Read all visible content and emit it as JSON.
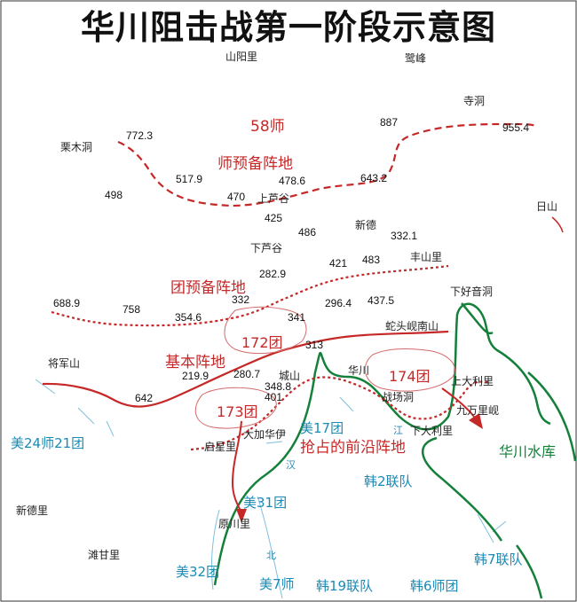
{
  "title": "华川阻击战第一阶段示意图",
  "colors": {
    "red": "#c62828",
    "blue": "#1b8ab5",
    "green": "#14803a",
    "river": "#7cc0e0"
  },
  "places": {
    "shanyangli": "山阳里",
    "lufeng": "鹭峰",
    "sidong": "寺洞",
    "limudong": "栗木洞",
    "shanglugu": "上芦谷",
    "xinde": "新德",
    "xialugu": "下芦谷",
    "fengshanli": "丰山里",
    "rishan": "日山",
    "xiahaoyindong": "下好音洞",
    "shetouyannanshan": "蛇头岘南山",
    "jiangjunshan": "将军山",
    "chengshan": "城山",
    "huachuan": "华川",
    "zhanchangdong": "战场洞",
    "shangdalili": "上大利里",
    "wanlixian": "九万里岘",
    "dajiaye": "大加华伊",
    "qishanli": "启星里",
    "xiadalili": "下大利里",
    "xindeli": "新德里",
    "yuanchuanli": "原川里",
    "tangganli": "滩甘里"
  },
  "river": {
    "han": "汉",
    "jiang": "江",
    "bei": "北"
  },
  "elevations": [
    {
      "id": "e7723",
      "label": "772.3"
    },
    {
      "id": "e887",
      "label": "887"
    },
    {
      "id": "e9554",
      "label": "955.4"
    },
    {
      "id": "e5179",
      "label": "517.9"
    },
    {
      "id": "e4786",
      "label": "478.6"
    },
    {
      "id": "e6432",
      "label": "643.2"
    },
    {
      "id": "e498",
      "label": "498"
    },
    {
      "id": "e470",
      "label": "470"
    },
    {
      "id": "e425",
      "label": "425"
    },
    {
      "id": "e486",
      "label": "486"
    },
    {
      "id": "e3321",
      "label": "332.1"
    },
    {
      "id": "e421",
      "label": "421"
    },
    {
      "id": "e483",
      "label": "483"
    },
    {
      "id": "e2829",
      "label": "282.9"
    },
    {
      "id": "e6889",
      "label": "688.9"
    },
    {
      "id": "e758",
      "label": "758"
    },
    {
      "id": "e332",
      "label": "332"
    },
    {
      "id": "e2964",
      "label": "296.4"
    },
    {
      "id": "e4375",
      "label": "437.5"
    },
    {
      "id": "e3546",
      "label": "354.6"
    },
    {
      "id": "e341",
      "label": "341"
    },
    {
      "id": "e313",
      "label": "313"
    },
    {
      "id": "e2199",
      "label": "219.9"
    },
    {
      "id": "e2807",
      "label": "280.7"
    },
    {
      "id": "e3488",
      "label": "348.8"
    },
    {
      "id": "e401",
      "label": "401"
    },
    {
      "id": "e642",
      "label": "642"
    }
  ],
  "units_red": {
    "div58": "58师",
    "div_reserve": "师预备阵地",
    "reg_reserve": "团预备阵地",
    "reg172": "172团",
    "basic_position": "基本阵地",
    "reg174": "174团",
    "reg173": "173团",
    "front_position": "抢占的前沿阵地"
  },
  "units_blue": {
    "us24_21": "美24师21团",
    "us17": "美17团",
    "us31": "美31团",
    "rok2": "韩2联队",
    "us32": "美32团",
    "us7": "美7师",
    "rok19": "韩19联队",
    "rok6": "韩6师团",
    "rok7": "韩7联队"
  },
  "reservoir": "华川水库"
}
